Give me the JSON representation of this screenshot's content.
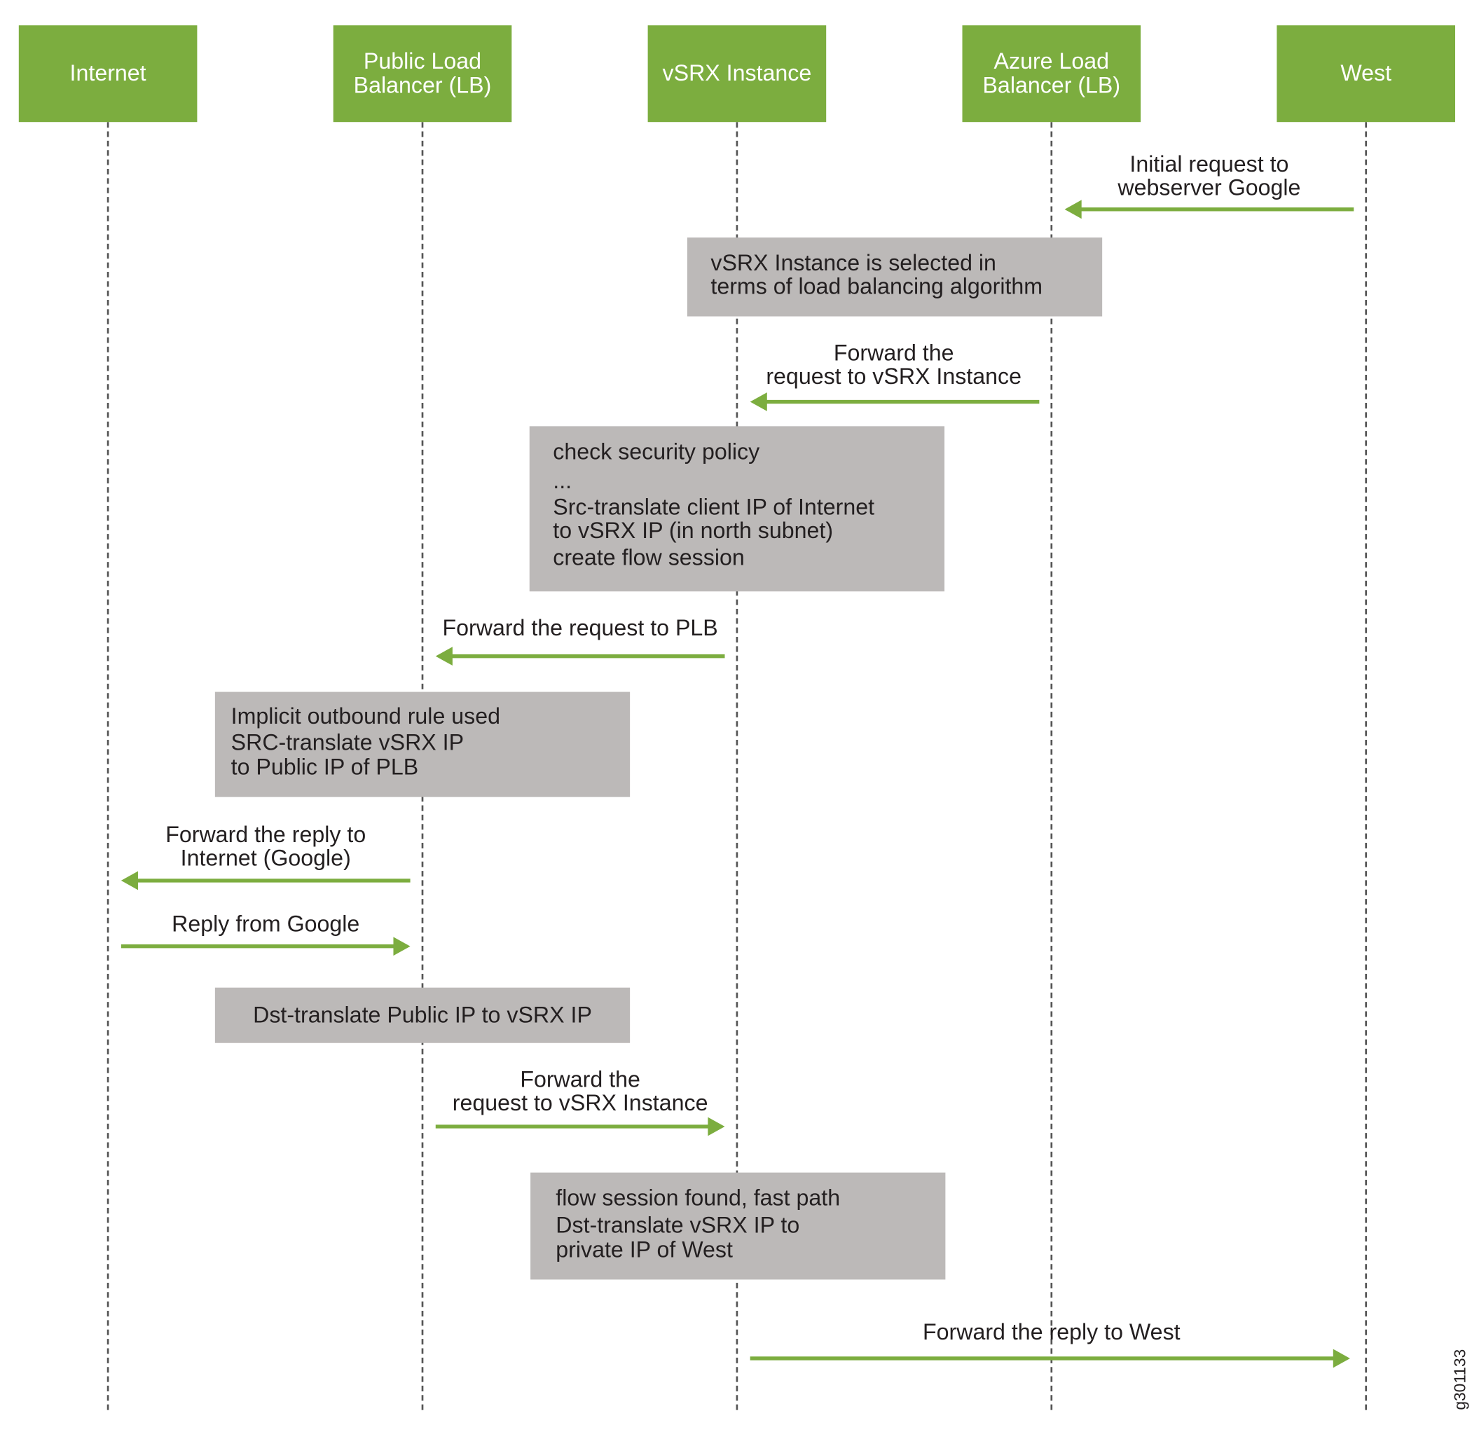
{
  "participants": [
    {
      "id": "internet",
      "label": "Internet"
    },
    {
      "id": "plb",
      "label": "Public Load\nBalancer (LB)"
    },
    {
      "id": "vsrx",
      "label": "vSRX Instance"
    },
    {
      "id": "alb",
      "label": "Azure Load\nBalancer (LB)"
    },
    {
      "id": "west",
      "label": "West"
    }
  ],
  "messages": [
    {
      "label": "Initial request to\nwebserver Google"
    },
    {
      "label": "Forward the\nrequest to vSRX Instance"
    },
    {
      "label": "Forward the request to PLB"
    },
    {
      "label": "Forward the reply to\nInternet (Google)"
    },
    {
      "label": "Reply from Google"
    },
    {
      "label": "Forward the\nrequest to vSRX Instance"
    },
    {
      "label": "Forward the reply to West"
    }
  ],
  "notes": [
    {
      "lines": [
        "vSRX Instance is selected in",
        "terms of load balancing algorithm"
      ]
    },
    {
      "lines": [
        "check security policy",
        "...",
        "Src-translate client IP of Internet",
        "to vSRX IP (in north subnet)",
        "create flow session"
      ]
    },
    {
      "lines": [
        "Implicit outbound rule used",
        "SRC-translate vSRX IP",
        "to Public IP of PLB"
      ]
    },
    {
      "lines": [
        "Dst-translate Public IP to vSRX IP"
      ]
    },
    {
      "lines": [
        "flow session found, fast path",
        "Dst-translate vSRX IP to",
        "private IP of West"
      ]
    }
  ],
  "figure_id": "g301133",
  "colors": {
    "header": "#7cad3f",
    "arrow": "#7cad3f",
    "note": "#bcb9b8",
    "lifeline": "#555555"
  }
}
